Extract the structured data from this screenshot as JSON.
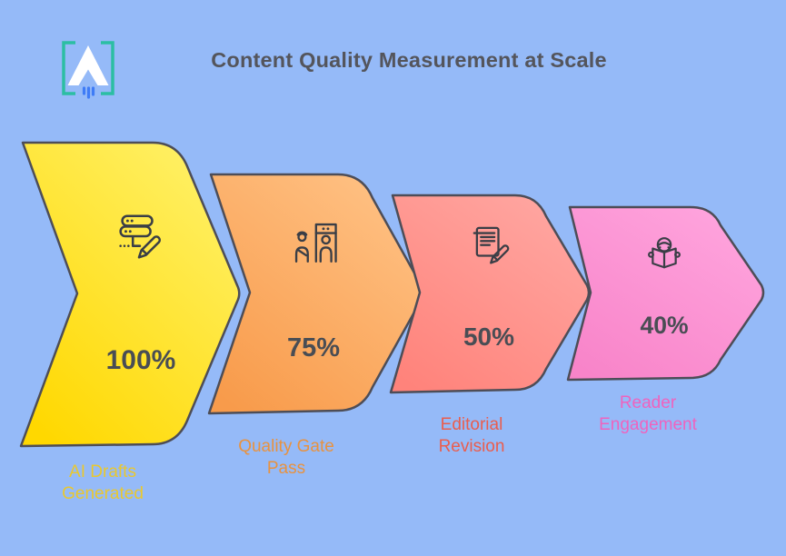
{
  "header": {
    "title": "Content Quality Measurement at Scale",
    "logo": "bracket-rocket-logo"
  },
  "chart_data": {
    "type": "funnel",
    "title": "Content Quality Measurement at Scale",
    "orientation": "horizontal",
    "categories": [
      "AI Drafts Generated",
      "Quality Gate Pass",
      "Editorial Revision",
      "Reader Engagement"
    ],
    "values": [
      100,
      75,
      50,
      40
    ],
    "value_labels": [
      "100%",
      "75%",
      "50%",
      "40%"
    ],
    "stage_fill_gradients": [
      {
        "top": "#FFF169",
        "bottom": "#FFD800"
      },
      {
        "top": "#FFC285",
        "bottom": "#F89B4B"
      },
      {
        "top": "#FFA7A2",
        "bottom": "#FF837B"
      },
      {
        "top": "#FFA5DE",
        "bottom": "#F884C9"
      }
    ],
    "stage_label_colors": [
      "#E9C82F",
      "#E8923F",
      "#EA5D4D",
      "#EF63BE"
    ],
    "stage_icons": [
      "ai-drafts-database-pencil",
      "quality-gate-scanner",
      "document-edit-pencil",
      "person-reading-book"
    ],
    "outline_color": "#4D4D57",
    "value_text_color": "#494D54",
    "background_color": "#95BAF8",
    "legend": false,
    "grid": false
  },
  "funnel": {
    "stages": [
      {
        "value": "100%",
        "label": "AI Drafts Generated"
      },
      {
        "value": "75%",
        "label": "Quality Gate Pass"
      },
      {
        "value": "50%",
        "label": "Editorial Revision"
      },
      {
        "value": "40%",
        "label": "Reader Engagement"
      }
    ]
  }
}
